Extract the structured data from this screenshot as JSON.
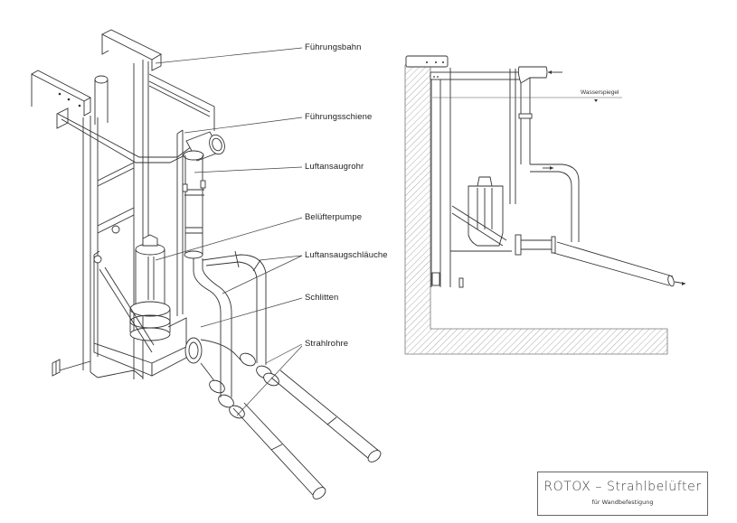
{
  "drawing": {
    "isometric_view": {
      "labels": [
        {
          "id": "fuehrungsbahn",
          "text": "Führungsbahn"
        },
        {
          "id": "fuehrungsschiene",
          "text": "Führungsschiene"
        },
        {
          "id": "luftansaugrohr",
          "text": "Luftansaugrohr"
        },
        {
          "id": "belueftpumpe",
          "text": "Belüfterpumpe"
        },
        {
          "id": "luftansaugschlaeuche",
          "text": "Luftansaugschläuche"
        },
        {
          "id": "schlitten",
          "text": "Schlitten"
        },
        {
          "id": "strahlrohre",
          "text": "Strahlrohre"
        }
      ]
    },
    "section_view": {
      "water_level_label": "Wasserspiegel"
    },
    "title_block": {
      "title": "ROTOX  –  Strahlbelüfter",
      "subtitle": "für Wandbefestigung"
    }
  },
  "colors": {
    "line": "#333333",
    "hatch": "#888888",
    "background": "#ffffff"
  }
}
